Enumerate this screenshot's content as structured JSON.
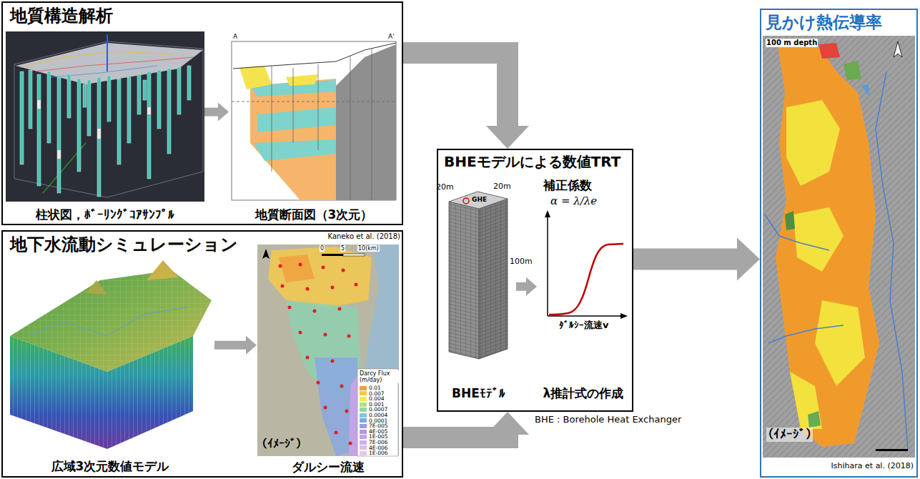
{
  "diagram": {
    "nodes": [
      {
        "text": [
          "地質構造解析"
        ]
      },
      {
        "text": [
          "柱状図，ﾎﾞｰﾘﾝｸﾞｺｱｻﾝﾌﾟﾙ"
        ],
        "in": 0
      },
      {
        "text": [
          "地質断面図（3次元）"
        ],
        "in": 0
      },
      {
        "text": [
          "地下水流動シミュレーション"
        ]
      },
      {
        "text": [
          "広域3次元数値モデル"
        ],
        "in": 3
      },
      {
        "text": [
          "ダルシー流速"
        ],
        "in": 3
      },
      {
        "text": [
          "BHEモデルによる数値TRT"
        ]
      },
      {
        "text": [
          "BHEﾓﾃﾞﾙ"
        ],
        "in": 6
      },
      {
        "text": [
          "λ推計式の作成"
        ],
        "in": 6
      },
      {
        "text": [
          "見かけ熱伝導率"
        ]
      }
    ],
    "edges": [
      {
        "from": 1,
        "to": 2,
        "arrow": "to"
      },
      {
        "from": 4,
        "to": 5,
        "arrow": "to"
      },
      {
        "from": 0,
        "to": 6,
        "arrow": "to"
      },
      {
        "from": 3,
        "to": 6,
        "arrow": "to"
      },
      {
        "from": 7,
        "to": 8,
        "arrow": "to"
      },
      {
        "from": 6,
        "to": 9,
        "arrow": "to"
      }
    ],
    "labels": [
      "A",
      "A'",
      "Kaneko et al. (2018)",
      "0",
      "5",
      "10(km)",
      "Darcy Flux (m/day)",
      "（ｲﾒｰｼﾞ）",
      "20m",
      "20m",
      "100m",
      "GHE",
      "補正係数",
      "α = λ/λe",
      "ﾀﾞﾙｼｰ流速v",
      "BHE : Borehole Heat Exchanger",
      "100 m depth",
      "（ｲﾒｰｼﾞ）",
      "Ishihara et al. (2018)"
    ],
    "legend": [
      {
        "text": "0.01",
        "color": "#f0a040"
      },
      {
        "text": "0.007",
        "color": "#f5c842"
      },
      {
        "text": "0.004",
        "color": "#eeee55"
      },
      {
        "text": "0.001",
        "color": "#b8e07a"
      },
      {
        "text": "0.0007",
        "color": "#8fd6a8"
      },
      {
        "text": "0.0004",
        "color": "#7fc8d8"
      },
      {
        "text": "0.0001",
        "color": "#7fa8e0"
      },
      {
        "text": "7E-005",
        "color": "#9a9ee0"
      },
      {
        "text": "4E-005",
        "color": "#b09ae0"
      },
      {
        "text": "1E-005",
        "color": "#c4a4e4"
      },
      {
        "text": "7E-006",
        "color": "#d2b0e8"
      },
      {
        "text": "4E-006",
        "color": "#dcbcec"
      },
      {
        "text": "1E-006",
        "color": "#e6c8f0"
      }
    ]
  }
}
